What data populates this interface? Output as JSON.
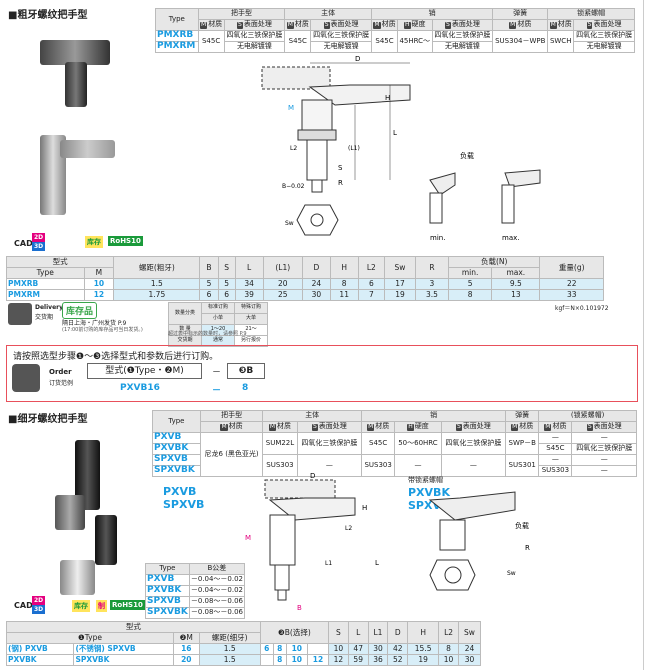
{
  "section1": {
    "title": "■粗牙螺纹把手型",
    "cad": "CAD",
    "cad2d": "2D",
    "cad3d": "3D",
    "stock": "库存",
    "rohs": "RoHS10"
  },
  "mat1": [
    [
      {
        "t": "Type",
        "r": 2,
        "k": "h"
      },
      {
        "t": "把手型",
        "c": 2,
        "k": "h"
      },
      {
        "t": "主体",
        "c": 2,
        "k": "h"
      },
      {
        "t": "销",
        "c": 3,
        "k": "h"
      },
      {
        "t": "弹簧",
        "k": "h"
      },
      {
        "t": "锁紧螺帽",
        "c": 2,
        "k": "h"
      }
    ],
    [
      {
        "t": "材质",
        "b": "M",
        "k": "h"
      },
      {
        "t": "表面处理",
        "b": "S",
        "k": "h"
      },
      {
        "t": "材质",
        "b": "M",
        "k": "h"
      },
      {
        "t": "表面处理",
        "b": "S",
        "k": "h"
      },
      {
        "t": "材质",
        "b": "M",
        "k": "h"
      },
      {
        "t": "硬度",
        "b": "H",
        "k": "h"
      },
      {
        "t": "表面处理",
        "b": "S",
        "k": "h"
      },
      {
        "t": "材质",
        "b": "M",
        "k": "h"
      },
      {
        "t": "材质",
        "b": "M",
        "k": "h"
      },
      {
        "t": "表面处理",
        "b": "S",
        "k": "h"
      }
    ],
    [
      {
        "t": "PMXRB",
        "k": "t"
      },
      {
        "t": "S45C",
        "r": 2
      },
      "四氧化三铁保护膜",
      {
        "t": "S45C",
        "r": 2
      },
      "四氧化三铁保护膜",
      {
        "t": "S45C",
        "r": 2
      },
      {
        "t": "45HRC～",
        "r": 2
      },
      "四氧化三铁保护膜",
      {
        "t": "SUS304－WPB",
        "r": 2
      },
      {
        "t": "SWCH",
        "r": 2
      },
      "四氧化三铁保护膜"
    ],
    [
      {
        "t": "PMXRM",
        "k": "t"
      },
      "无电解镀镍",
      "无电解镀镍",
      "无电解镀镍",
      "无电解镀镍"
    ]
  ],
  "drawing1": {
    "labels": [
      "D",
      "H",
      "M",
      "L",
      "(L1)",
      "L2",
      "S",
      "R",
      "B−0.02",
      "Sw",
      "负载",
      "min.",
      "max."
    ]
  },
  "dims1": [
    [
      {
        "t": "型式",
        "c": 2,
        "k": "h"
      },
      {
        "t": "螺距(粗牙)",
        "r": 2,
        "k": "h"
      },
      {
        "t": "B",
        "r": 2,
        "k": "h"
      },
      {
        "t": "S",
        "r": 2,
        "k": "h"
      },
      {
        "t": "L",
        "r": 2,
        "k": "h"
      },
      {
        "t": "(L1)",
        "r": 2,
        "k": "h"
      },
      {
        "t": "D",
        "r": 2,
        "k": "h"
      },
      {
        "t": "H",
        "r": 2,
        "k": "h"
      },
      {
        "t": "L2",
        "r": 2,
        "k": "h"
      },
      {
        "t": "Sw",
        "r": 2,
        "k": "h"
      },
      {
        "t": "R",
        "r": 2,
        "k": "h"
      },
      {
        "t": "负载(N)",
        "c": 2,
        "k": "h"
      },
      {
        "t": "重量(g)",
        "r": 2,
        "k": "h"
      }
    ],
    [
      {
        "t": "Type",
        "k": "h"
      },
      {
        "t": "M",
        "k": "h"
      },
      {
        "t": "min.",
        "k": "h"
      },
      {
        "t": "max.",
        "k": "h"
      }
    ],
    [
      {
        "t": "PMXRB",
        "k": "t"
      },
      {
        "t": "10",
        "k": "m"
      },
      {
        "t": "1.5",
        "k": "b"
      },
      {
        "t": "5",
        "k": "b"
      },
      {
        "t": "5",
        "k": "b"
      },
      {
        "t": "34",
        "k": "b"
      },
      {
        "t": "20",
        "k": "b"
      },
      {
        "t": "24",
        "k": "b"
      },
      {
        "t": "8",
        "k": "b"
      },
      {
        "t": "6",
        "k": "b"
      },
      {
        "t": "17",
        "k": "b"
      },
      {
        "t": "3",
        "k": "b"
      },
      {
        "t": "5",
        "k": "b"
      },
      {
        "t": "9.5",
        "k": "b"
      },
      {
        "t": "22",
        "k": "b"
      }
    ],
    [
      {
        "t": "PMXRM",
        "k": "t"
      },
      {
        "t": "12",
        "k": "m"
      },
      {
        "t": "1.75",
        "k": "b"
      },
      {
        "t": "6",
        "k": "b"
      },
      {
        "t": "6",
        "k": "b"
      },
      {
        "t": "39",
        "k": "b"
      },
      {
        "t": "25",
        "k": "b"
      },
      {
        "t": "30",
        "k": "b"
      },
      {
        "t": "11",
        "k": "b"
      },
      {
        "t": "7",
        "k": "b"
      },
      {
        "t": "19",
        "k": "b"
      },
      {
        "t": "3.5",
        "k": "b"
      },
      {
        "t": "8",
        "k": "b"
      },
      {
        "t": "13",
        "k": "b"
      },
      {
        "t": "33",
        "k": "b"
      }
    ]
  ],
  "delivery": {
    "label_en": "Delivery",
    "label_cn": "交货期",
    "stock": "库存品",
    "note1": "隔日上海・广州发货 P.9",
    "note2": "(17:00前订购的库存品可当日发货。)",
    "kgf": "kgf＝N×0.101972",
    "note3": "超过表中标示的数量时，请参照 P.9"
  },
  "qty": [
    [
      {
        "t": "数量分类",
        "r": 2,
        "k": "h"
      },
      {
        "t": "标准订购",
        "k": "h"
      },
      {
        "t": "特殊订购",
        "k": "h"
      }
    ],
    [
      {
        "t": "小单",
        "k": "h"
      },
      {
        "t": "大单",
        "k": "h"
      }
    ],
    [
      {
        "t": "数 量",
        "k": "h"
      },
      {
        "t": "1～20",
        "k": "b"
      },
      "21～"
    ],
    [
      {
        "t": "交货期",
        "k": "h"
      },
      {
        "t": "通常",
        "k": "b"
      },
      "另行报价"
    ]
  ],
  "order": {
    "instruction": "请按照选型步骤❶～❸选择型式和参数后进行订购。",
    "label_en": "Order",
    "label_cn": "订货范例",
    "box1": "型式(❶Type・❷M)",
    "dash": "－",
    "box2": "❸B",
    "ex_type": "PXVB16",
    "ex_b": "8"
  },
  "section2": {
    "title": "■细牙螺纹把手型",
    "cad": "CAD",
    "cad2d": "2D",
    "cad3d": "3D",
    "stock": "库存",
    "made": "制",
    "rohs": "RoHS10",
    "label_a1": "PXVB",
    "label_a2": "SPXVB",
    "label_b0": "带锁紧螺帽",
    "label_b1": "PXVBK",
    "label_b2": "SPXVBK"
  },
  "mat2": [
    [
      {
        "t": "Type",
        "r": 2,
        "k": "h"
      },
      {
        "t": "把手型",
        "k": "h"
      },
      {
        "t": "主体",
        "c": 2,
        "k": "h"
      },
      {
        "t": "销",
        "c": 3,
        "k": "h"
      },
      {
        "t": "弹簧",
        "k": "h"
      },
      {
        "t": "(锁紧螺帽)",
        "c": 2,
        "k": "h"
      }
    ],
    [
      {
        "t": "材质",
        "b": "M",
        "k": "h"
      },
      {
        "t": "材质",
        "b": "M",
        "k": "h"
      },
      {
        "t": "表面处理",
        "b": "S",
        "k": "h"
      },
      {
        "t": "材质",
        "b": "M",
        "k": "h"
      },
      {
        "t": "硬度",
        "b": "H",
        "k": "h"
      },
      {
        "t": "表面处理",
        "b": "S",
        "k": "h"
      },
      {
        "t": "材质",
        "b": "M",
        "k": "h"
      },
      {
        "t": "材质",
        "b": "M",
        "k": "h"
      },
      {
        "t": "表面处理",
        "b": "S",
        "k": "h"
      }
    ],
    [
      {
        "t": "PXVB",
        "k": "t"
      },
      {
        "t": "尼龙6 (黑色亚光)",
        "r": 4
      },
      {
        "t": "SUM22L",
        "r": 2
      },
      {
        "t": "四氧化三铁保护膜",
        "r": 2
      },
      {
        "t": "S45C",
        "r": 2
      },
      {
        "t": "50～60HRC",
        "r": 2
      },
      {
        "t": "四氧化三铁保护膜",
        "r": 2
      },
      {
        "t": "SWP－B",
        "r": 2
      },
      "—",
      "—"
    ],
    [
      {
        "t": "PXVBK",
        "k": "t"
      },
      "S45C",
      "四氧化三铁保护膜"
    ],
    [
      {
        "t": "SPXVB",
        "k": "t"
      },
      {
        "t": "SUS303",
        "r": 2
      },
      {
        "t": "—",
        "r": 2
      },
      {
        "t": "SUS303",
        "r": 2
      },
      {
        "t": "—",
        "r": 2
      },
      {
        "t": "—",
        "r": 2
      },
      {
        "t": "SUS301",
        "r": 2
      },
      "—",
      "—"
    ],
    [
      {
        "t": "SPXVBK",
        "k": "t"
      },
      "SUS303",
      "—"
    ]
  ],
  "drawing2": {
    "labels": [
      "D",
      "H",
      "L2",
      "L",
      "L1",
      "B",
      "M",
      "Sw",
      "负载",
      "R"
    ]
  },
  "tol": [
    [
      {
        "t": "Type",
        "k": "h"
      },
      {
        "t": "B公差",
        "k": "h"
      }
    ],
    [
      {
        "t": "PXVB",
        "k": "t"
      },
      "－0.04～－0.02"
    ],
    [
      {
        "t": "PXVBK",
        "k": "t"
      },
      "－0.04～－0.02"
    ],
    [
      {
        "t": "SPXVB",
        "k": "t"
      },
      "－0.08～－0.06"
    ],
    [
      {
        "t": "SPXVBK",
        "k": "t"
      },
      "－0.08～－0.06"
    ]
  ],
  "dims2": [
    [
      {
        "t": "型式",
        "c": 4,
        "k": "h"
      },
      {
        "t": "❸B(选择)",
        "c": 4,
        "r": 2,
        "k": "h"
      },
      {
        "t": "S",
        "r": 2,
        "k": "h"
      },
      {
        "t": "L",
        "r": 2,
        "k": "h"
      },
      {
        "t": "L1",
        "r": 2,
        "k": "h"
      },
      {
        "t": "D",
        "r": 2,
        "k": "h"
      },
      {
        "t": "H",
        "r": 2,
        "k": "h"
      },
      {
        "t": "L2",
        "r": 2,
        "k": "h"
      },
      {
        "t": "Sw",
        "r": 2,
        "k": "h"
      }
    ],
    [
      {
        "t": "❶Type",
        "c": 2,
        "k": "h"
      },
      {
        "t": "❷M",
        "k": "h"
      },
      {
        "t": "螺距(细牙)",
        "k": "h"
      }
    ],
    [
      {
        "t": "(钢) PXVB",
        "k": "t"
      },
      {
        "t": "(不锈钢) SPXVB",
        "k": "t"
      },
      {
        "t": "16",
        "k": "m"
      },
      {
        "t": "1.5",
        "k": "b"
      },
      {
        "t": "6",
        "k": "m"
      },
      {
        "t": "8",
        "k": "m"
      },
      {
        "t": "10",
        "k": "m"
      },
      "",
      {
        "t": "10",
        "k": "b"
      },
      {
        "t": "47",
        "k": "b"
      },
      {
        "t": "30",
        "k": "b"
      },
      {
        "t": "42",
        "k": "b"
      },
      {
        "t": "15.5",
        "k": "b"
      },
      {
        "t": "8",
        "k": "b"
      },
      {
        "t": "24",
        "k": "b"
      }
    ],
    [
      {
        "t": "PXVBK",
        "k": "t"
      },
      {
        "t": "SPXVBK",
        "k": "t"
      },
      {
        "t": "20",
        "k": "m"
      },
      {
        "t": "1.5",
        "k": "b"
      },
      "",
      {
        "t": "8",
        "k": "m"
      },
      {
        "t": "10",
        "k": "m"
      },
      {
        "t": "12",
        "k": "m"
      },
      {
        "t": "12",
        "k": "b"
      },
      {
        "t": "59",
        "k": "b"
      },
      {
        "t": "36",
        "k": "b"
      },
      {
        "t": "52",
        "k": "b"
      },
      {
        "t": "19",
        "k": "b"
      },
      {
        "t": "10",
        "k": "b"
      },
      {
        "t": "30",
        "k": "b"
      }
    ]
  ]
}
